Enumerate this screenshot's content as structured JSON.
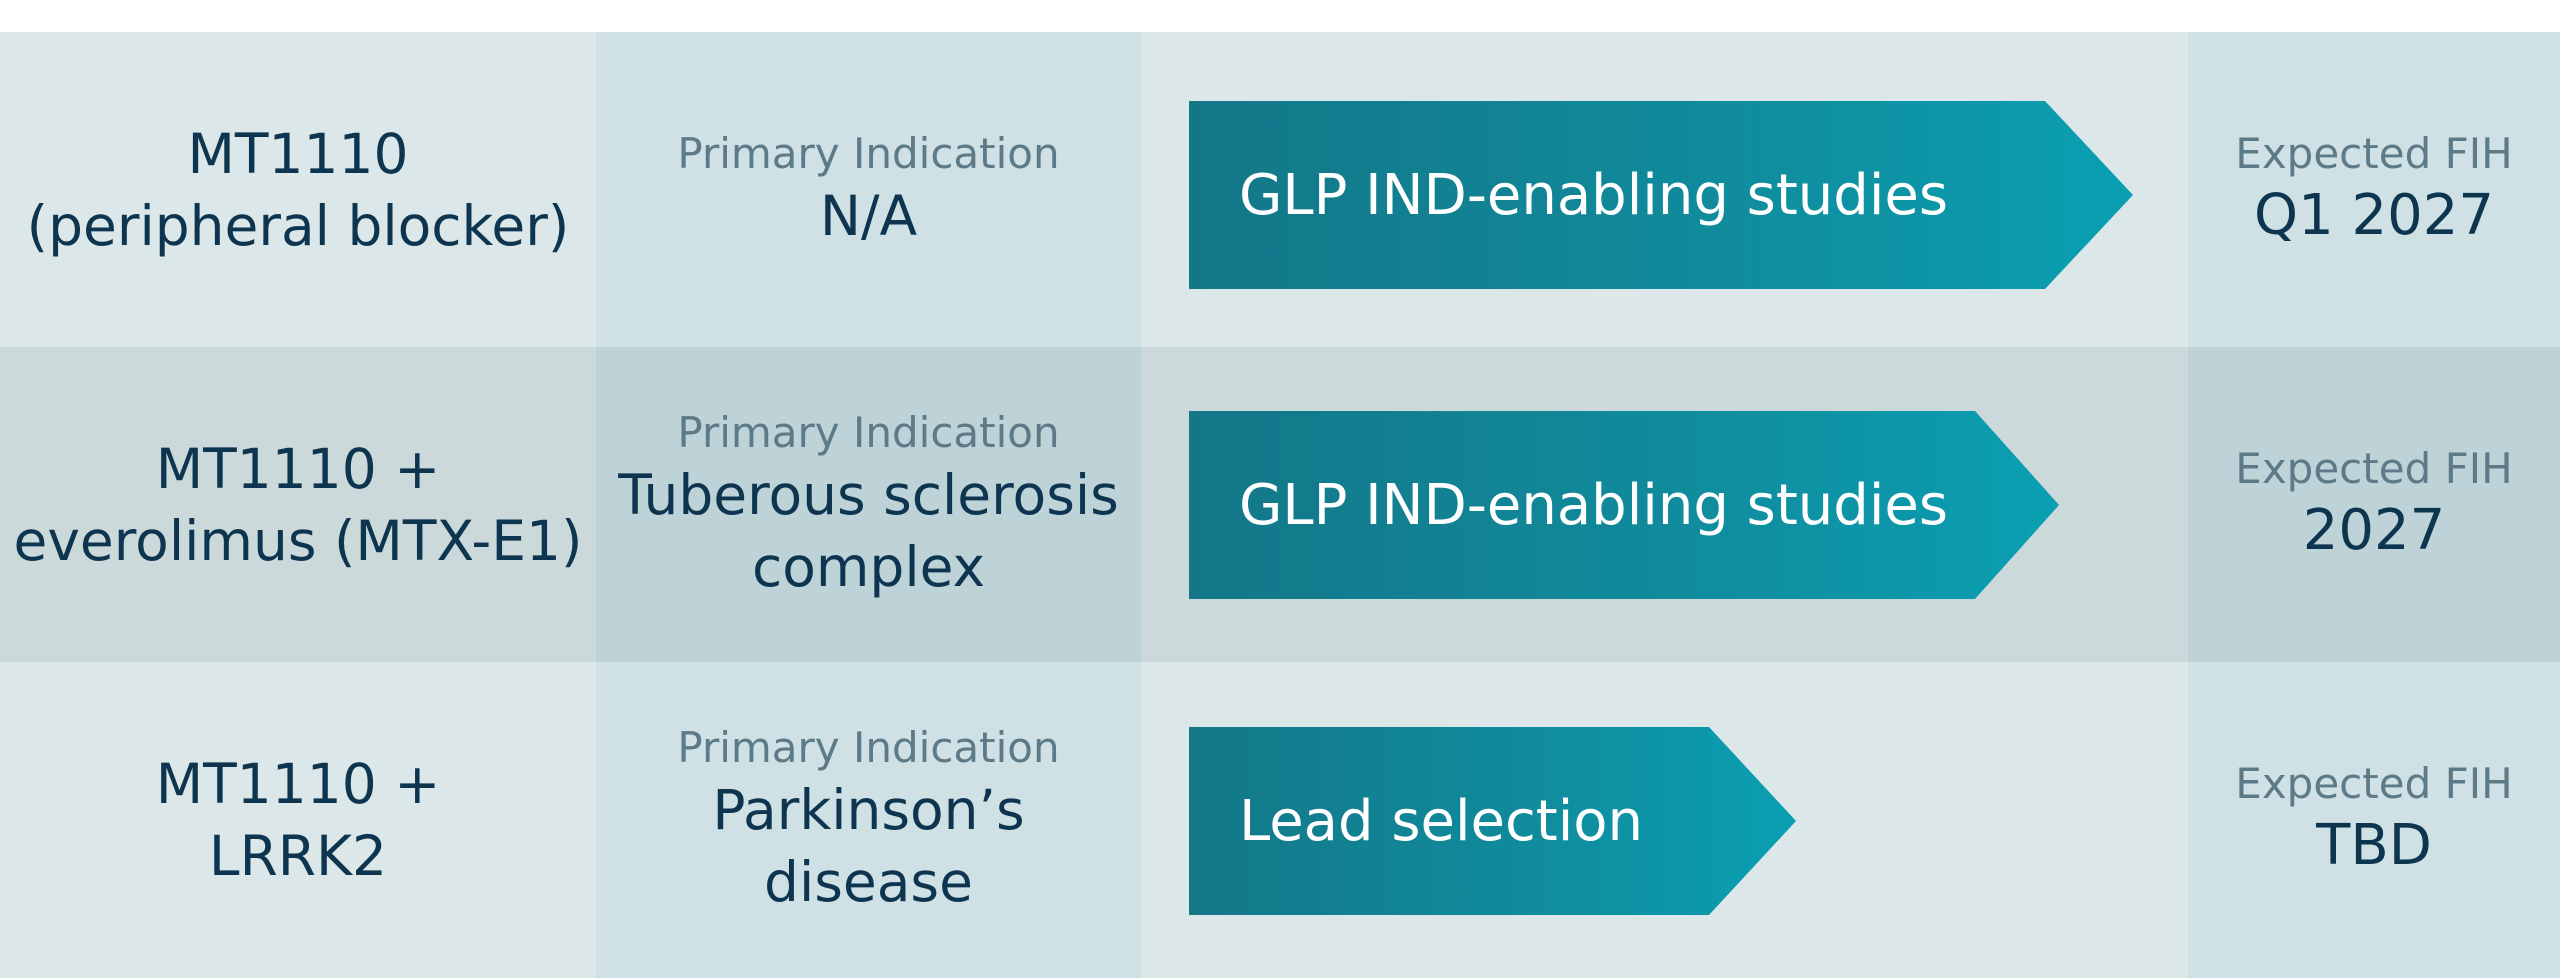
{
  "rows": [
    {
      "name": "MT1110\n(peripheral blocker)",
      "indication_label": "Primary Indication",
      "indication_value": "N/A",
      "stage": "GLP IND-enabling studies",
      "fih_label": "Expected FIH",
      "fih_value": "Q1 2027"
    },
    {
      "name": "MT1110 +\neverolimus (MTX-E1)",
      "indication_label": "Primary Indication",
      "indication_value": "Tuberous sclerosis\ncomplex",
      "stage": "GLP IND-enabling studies",
      "fih_label": "Expected FIH",
      "fih_value": "2027"
    },
    {
      "name": "MT1110 +\nLRRK2",
      "indication_label": "Primary Indication",
      "indication_value": "Parkinson’s\ndisease",
      "stage": "Lead selection",
      "fih_label": "Expected FIH",
      "fih_value": "TBD"
    }
  ],
  "colors": {
    "arrow_start": "#137788",
    "arrow_end": "#0a9fb2",
    "text_dark": "#0e3550",
    "text_label": "#5d7a88"
  }
}
